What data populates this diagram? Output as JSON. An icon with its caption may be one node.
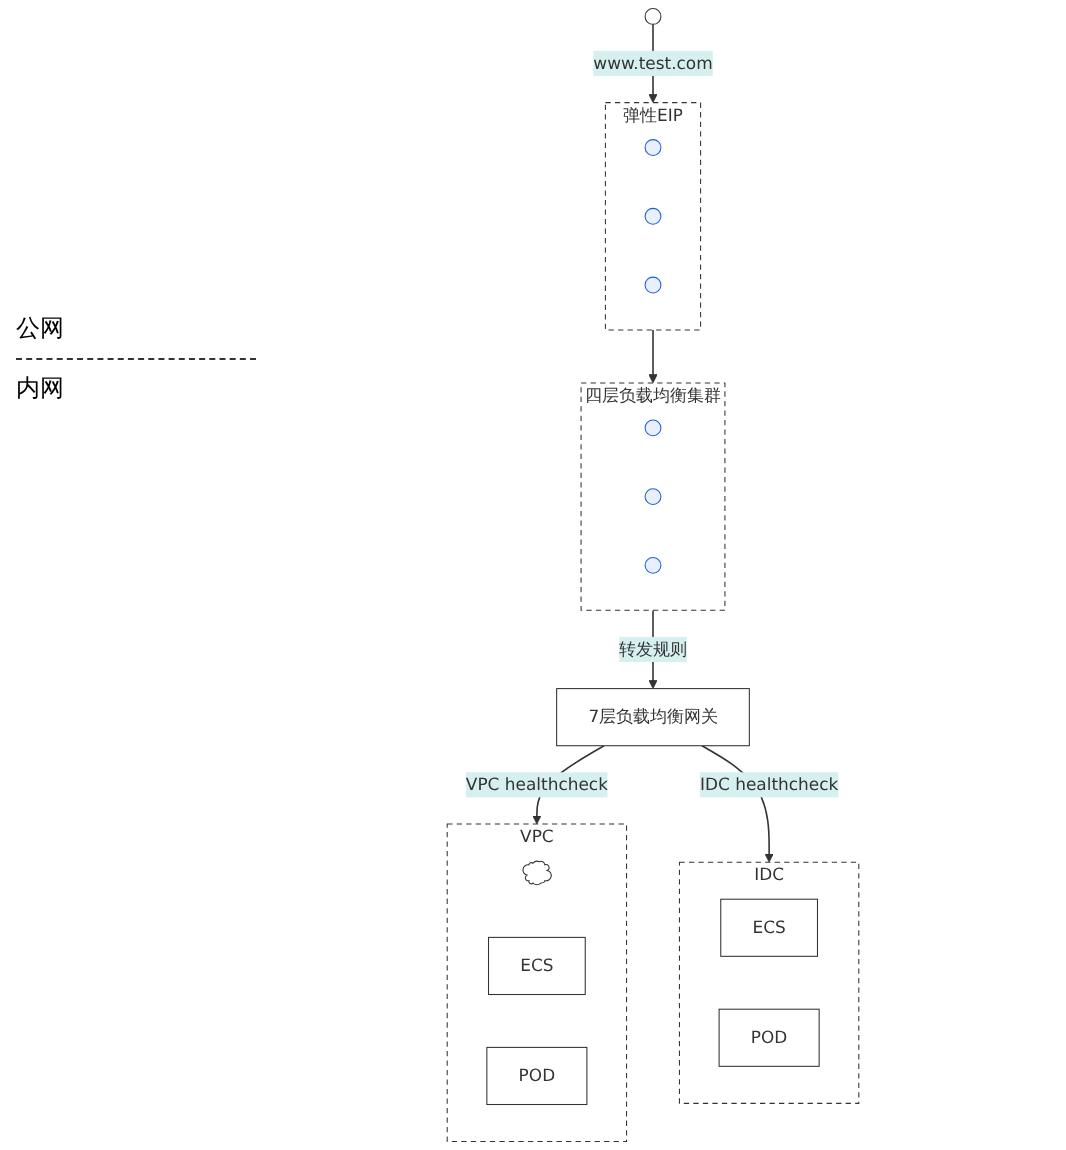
{
  "diagram": {
    "nodes": [
      {
        "text": [],
        "shape": "person"
      },
      {
        "text": [
          "弹性EIP"
        ]
      },
      {
        "text": [],
        "shape": "circle",
        "in": 1
      },
      {
        "text": [],
        "shape": "circle",
        "in": 1
      },
      {
        "text": [],
        "shape": "circle",
        "in": 1
      },
      {
        "text": [
          "四层负载均衡集群"
        ]
      },
      {
        "text": [],
        "shape": "circle",
        "in": 5
      },
      {
        "text": [],
        "shape": "circle",
        "in": 5
      },
      {
        "text": [],
        "shape": "circle",
        "in": 5
      },
      {
        "text": [
          "7层负载均衡网关"
        ]
      },
      {
        "text": [
          "VPC"
        ]
      },
      {
        "text": [],
        "shape": "cloud",
        "in": 10
      },
      {
        "text": [
          "ECS"
        ],
        "in": 10
      },
      {
        "text": [
          "POD"
        ],
        "in": 10
      },
      {
        "text": [
          "IDC"
        ]
      },
      {
        "text": [
          "ECS"
        ],
        "in": 14
      },
      {
        "text": [
          "POD"
        ],
        "in": 14
      }
    ],
    "edges": [
      {
        "from": 0,
        "to": 1,
        "arrow": "to",
        "label": "www.test.com"
      },
      {
        "from": 1,
        "to": 5,
        "arrow": "to"
      },
      {
        "from": 5,
        "to": 9,
        "arrow": "to",
        "label": "转发规则"
      },
      {
        "from": 9,
        "to": 10,
        "arrow": "to",
        "label": "VPC healthcheck"
      },
      {
        "from": 9,
        "to": 14,
        "arrow": "to",
        "label": "IDC healthcheck"
      }
    ],
    "labels": [
      "公网",
      "内网"
    ]
  }
}
